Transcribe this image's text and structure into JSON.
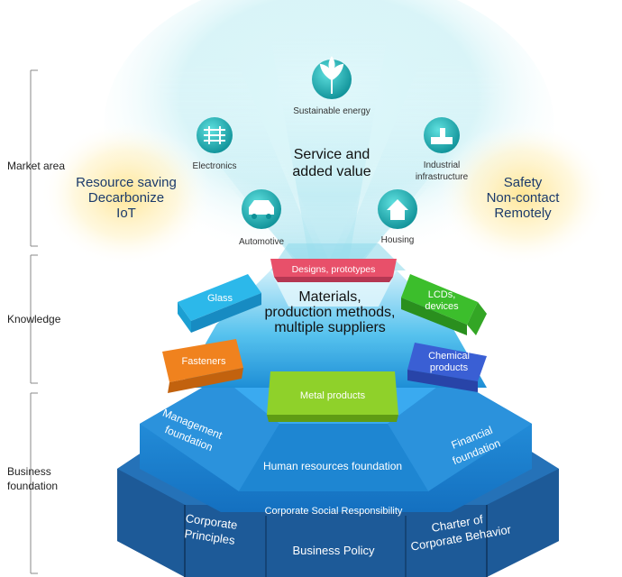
{
  "sections": {
    "market_area": "Market area",
    "knowledge": "Knowledge",
    "business_line1": "Business",
    "business_line2": "foundation"
  },
  "market": {
    "left_glow": [
      "Resource saving",
      "Decarbonize",
      "IoT"
    ],
    "right_glow": [
      "Safety",
      "Non-contact",
      "Remotely"
    ],
    "center": [
      "Service and",
      "added value"
    ],
    "icons": {
      "sustainable_energy": "Sustainable energy",
      "electronics": "Electronics",
      "industrial_line1": "Industrial",
      "industrial_line2": "infrastructure",
      "automotive": "Automotive",
      "housing": "Housing"
    }
  },
  "knowledge": {
    "designs": "Designs, prototypes",
    "glass": "Glass",
    "lcds": [
      "LCDs,",
      "devices"
    ],
    "fasteners": "Fasteners",
    "chemical": [
      "Chemical",
      "products"
    ],
    "metal": "Metal products",
    "center": [
      "Materials,",
      "production methods,",
      "multiple suppliers"
    ]
  },
  "foundation": {
    "management": [
      "Management",
      "foundation"
    ],
    "financial": [
      "Financial",
      "foundation"
    ],
    "human": "Human resources foundation",
    "csr": "Corporate Social Responsibility",
    "principles": [
      "Corporate",
      "Principles"
    ],
    "policy": "Business Policy",
    "charter": [
      "Charter of",
      "Corporate Behavior"
    ]
  },
  "colors": {
    "teal_icon": "#1eb0b4",
    "base_blue": "#1f5f9e",
    "mid_blue": "#2a8fd8",
    "cone_light": "#5fd4f0",
    "glass_blue": "#2cb8ea",
    "fasteners_orange": "#f0821e",
    "lcds_green": "#3cbe2c",
    "chemical_blue": "#3a5fd4",
    "designs_pink": "#e8506a",
    "metal_green": "#8fd12a",
    "glow_yellow": "#ffe9a0"
  }
}
